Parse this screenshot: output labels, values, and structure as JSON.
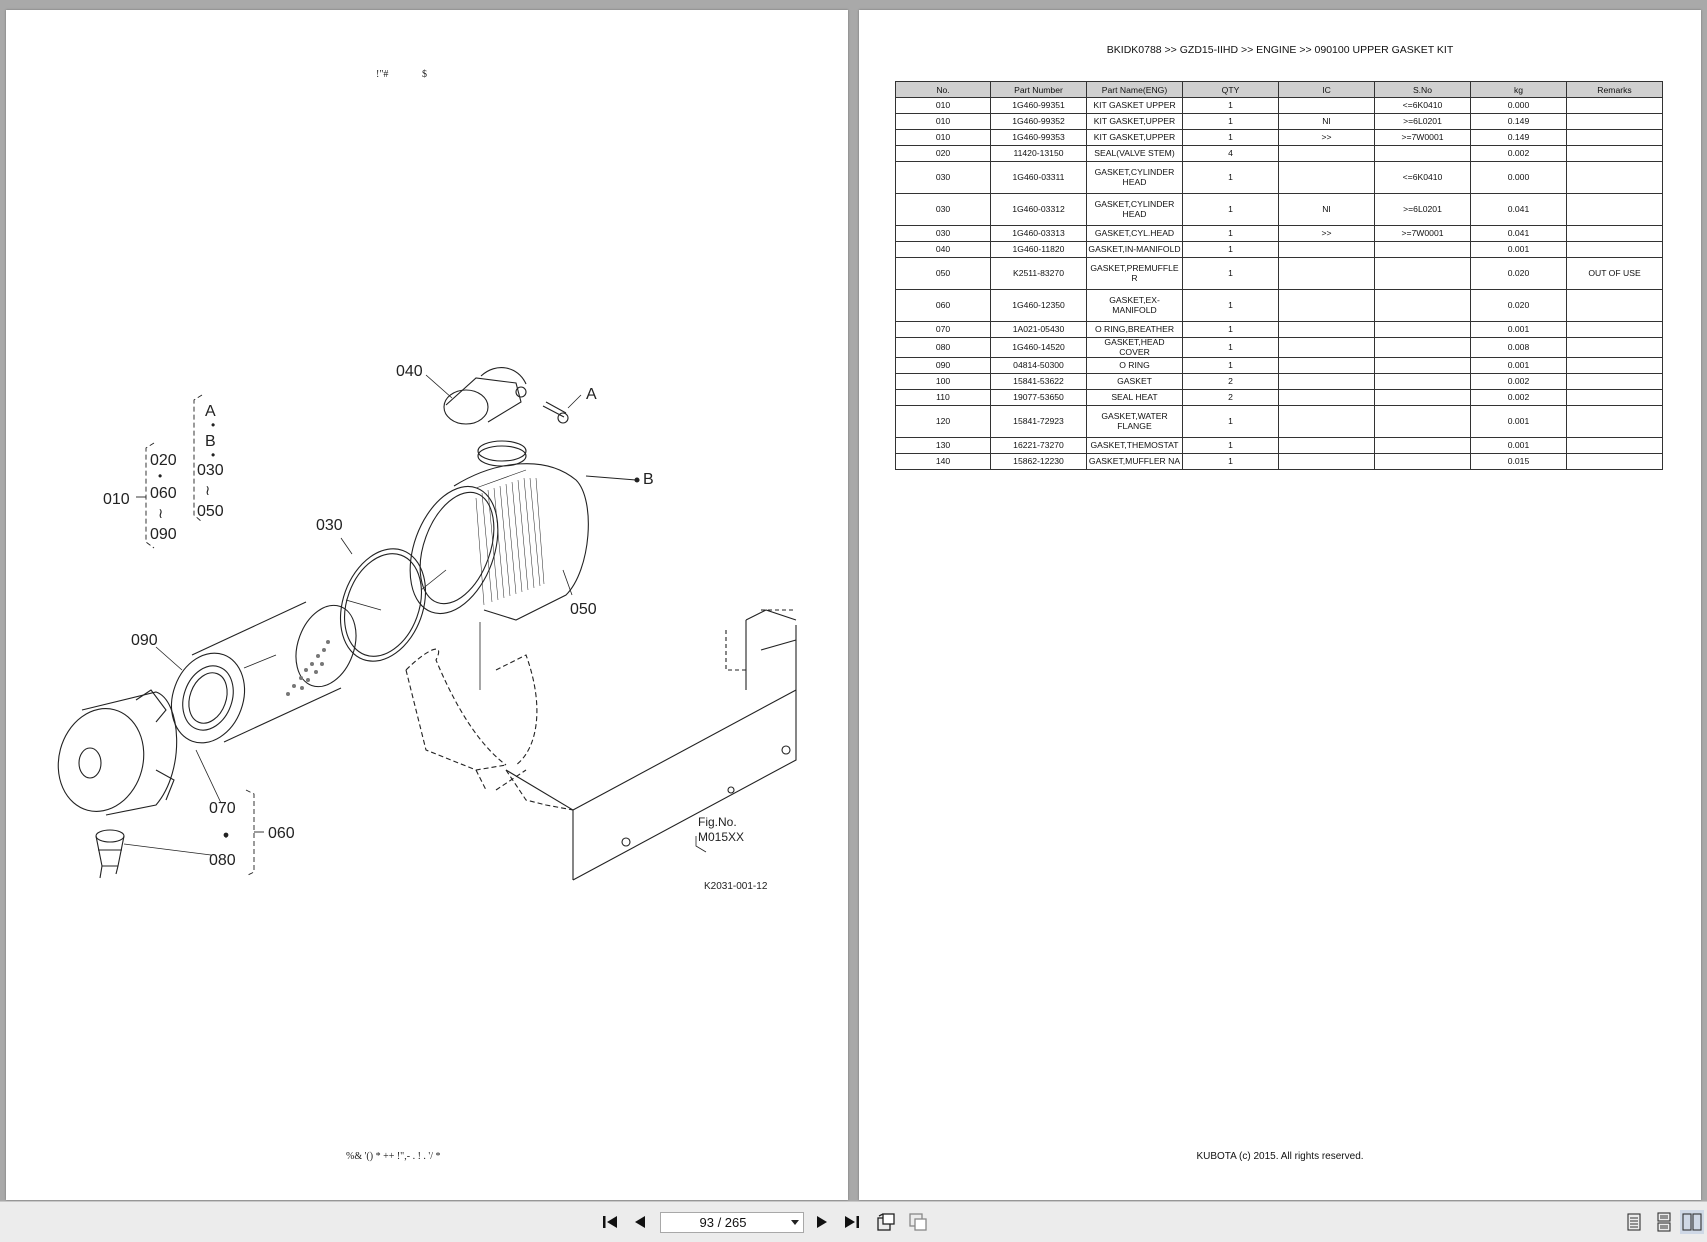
{
  "left_page": {
    "header_garbled": [
      "!\"#",
      "$"
    ],
    "footer_garbled": "%&  '()    *  ++ !\",- . ! . '/  *",
    "callouts": {
      "c040": "040",
      "cA": "A",
      "cB": "B",
      "c030": "030",
      "c050": "050",
      "c090": "090",
      "c070": "070",
      "c060": "060",
      "c080": "080",
      "g_A": "A",
      "g_B": "B",
      "g_020": "020",
      "g_030": "030",
      "g_060": "060",
      "g_050": "050",
      "g_090": "090",
      "g_010": "010"
    },
    "fig_no": "Fig.No.",
    "fig_code": "M015XX",
    "drawing_code": "K2031-001-12"
  },
  "right_page": {
    "title": "BKIDK0788 >> GZD15-IIHD >> ENGINE >> 090100   UPPER GASKET KIT",
    "columns": [
      "No.",
      "Part Number",
      "Part Name(ENG)",
      "QTY",
      "IC",
      "S.No",
      "kg",
      "Remarks"
    ],
    "rows": [
      {
        "no": "010",
        "part": "1G460-99351",
        "name": "KIT GASKET UPPER",
        "qty": "1",
        "ic": "",
        "sno": "<=6K0410",
        "kg": "0.000",
        "remarks": "",
        "tall": false
      },
      {
        "no": "010",
        "part": "1G460-99352",
        "name": "KIT GASKET,UPPER",
        "qty": "1",
        "ic": "NI",
        "sno": ">=6L0201",
        "kg": "0.149",
        "remarks": "",
        "tall": false
      },
      {
        "no": "010",
        "part": "1G460-99353",
        "name": "KIT GASKET,UPPER",
        "qty": "1",
        "ic": ">>",
        "sno": ">=7W0001",
        "kg": "0.149",
        "remarks": "",
        "tall": false
      },
      {
        "no": "020",
        "part": "11420-13150",
        "name": "SEAL(VALVE STEM)",
        "qty": "4",
        "ic": "",
        "sno": "",
        "kg": "0.002",
        "remarks": "",
        "tall": false
      },
      {
        "no": "030",
        "part": "1G460-03311",
        "name": "GASKET,CYLINDER HEAD",
        "qty": "1",
        "ic": "",
        "sno": "<=6K0410",
        "kg": "0.000",
        "remarks": "",
        "tall": true
      },
      {
        "no": "030",
        "part": "1G460-03312",
        "name": "GASKET,CYLINDER HEAD",
        "qty": "1",
        "ic": "NI",
        "sno": ">=6L0201",
        "kg": "0.041",
        "remarks": "",
        "tall": true
      },
      {
        "no": "030",
        "part": "1G460-03313",
        "name": "GASKET,CYL.HEAD",
        "qty": "1",
        "ic": ">>",
        "sno": ">=7W0001",
        "kg": "0.041",
        "remarks": "",
        "tall": false
      },
      {
        "no": "040",
        "part": "1G460-11820",
        "name": "GASKET,IN-MANIFOLD",
        "qty": "1",
        "ic": "",
        "sno": "",
        "kg": "0.001",
        "remarks": "",
        "tall": false
      },
      {
        "no": "050",
        "part": "K2511-83270",
        "name": "GASKET,PREMUFFLE R",
        "qty": "1",
        "ic": "",
        "sno": "",
        "kg": "0.020",
        "remarks": "OUT OF USE",
        "tall": true
      },
      {
        "no": "060",
        "part": "1G460-12350",
        "name": "GASKET,EX-MANIFOLD",
        "qty": "1",
        "ic": "",
        "sno": "",
        "kg": "0.020",
        "remarks": "",
        "tall": true
      },
      {
        "no": "070",
        "part": "1A021-05430",
        "name": "O RING,BREATHER",
        "qty": "1",
        "ic": "",
        "sno": "",
        "kg": "0.001",
        "remarks": "",
        "tall": false
      },
      {
        "no": "080",
        "part": "1G460-14520",
        "name": "GASKET,HEAD COVER",
        "qty": "1",
        "ic": "",
        "sno": "",
        "kg": "0.008",
        "remarks": "",
        "tall": false
      },
      {
        "no": "090",
        "part": "04814-50300",
        "name": "O RING",
        "qty": "1",
        "ic": "",
        "sno": "",
        "kg": "0.001",
        "remarks": "",
        "tall": false
      },
      {
        "no": "100",
        "part": "15841-53622",
        "name": "GASKET",
        "qty": "2",
        "ic": "",
        "sno": "",
        "kg": "0.002",
        "remarks": "",
        "tall": false
      },
      {
        "no": "110",
        "part": "19077-53650",
        "name": "SEAL HEAT",
        "qty": "2",
        "ic": "",
        "sno": "",
        "kg": "0.002",
        "remarks": "",
        "tall": false
      },
      {
        "no": "120",
        "part": "15841-72923",
        "name": "GASKET,WATER FLANGE",
        "qty": "1",
        "ic": "",
        "sno": "",
        "kg": "0.001",
        "remarks": "",
        "tall": true
      },
      {
        "no": "130",
        "part": "16221-73270",
        "name": "GASKET,THEMOSTAT",
        "qty": "1",
        "ic": "",
        "sno": "",
        "kg": "0.001",
        "remarks": "",
        "tall": false
      },
      {
        "no": "140",
        "part": "15862-12230",
        "name": "GASKET,MUFFLER NA",
        "qty": "1",
        "ic": "",
        "sno": "",
        "kg": "0.015",
        "remarks": "",
        "tall": false
      }
    ],
    "copyright": "KUBOTA (c) 2015. All rights reserved."
  },
  "toolbar": {
    "page_indicator": "93 / 265",
    "icons": [
      "first-page-icon",
      "prev-page-icon",
      "next-page-icon",
      "last-page-icon",
      "rotate-view-icon",
      "fit-view-icon",
      "single-page-view-icon",
      "continuous-view-icon",
      "two-page-view-icon"
    ]
  }
}
